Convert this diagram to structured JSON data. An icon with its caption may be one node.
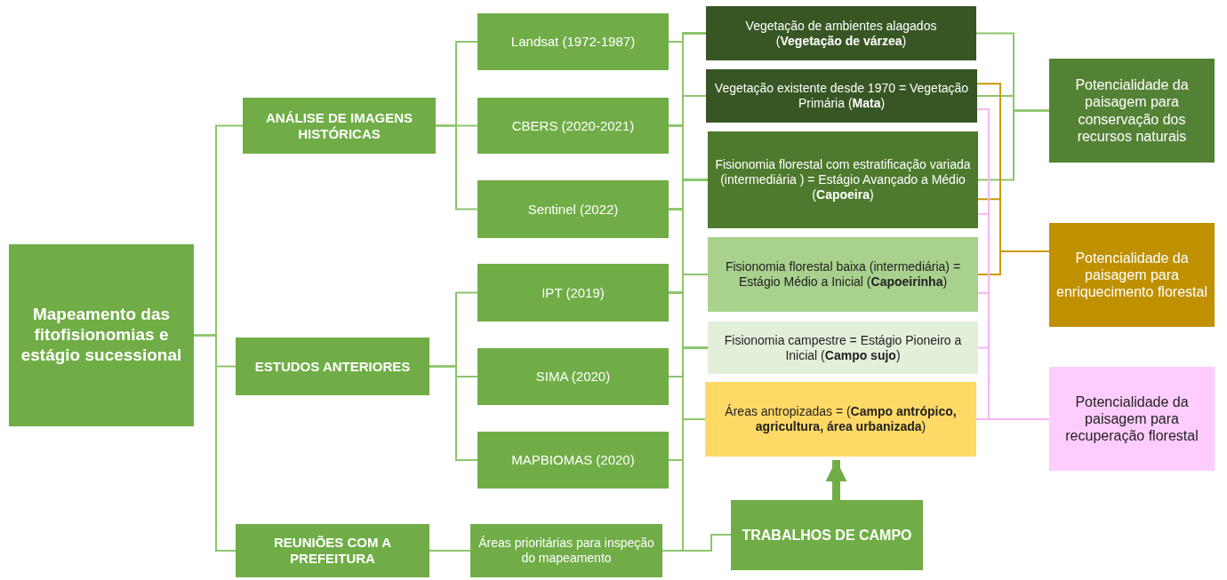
{
  "diagram": {
    "nodes": [
      {
        "text": [
          "Mapeamento das fitofisionomias e estágio sucessional"
        ]
      },
      {
        "text": [
          "ANÁLISE DE IMAGENS HISTÓRICAS"
        ]
      },
      {
        "text": [
          "ESTUDOS ANTERIORES"
        ]
      },
      {
        "text": [
          "REUNIÕES COM A PREFEITURA"
        ]
      },
      {
        "text": [
          "Landsat (1972-1987)"
        ]
      },
      {
        "text": [
          "CBERS (2020-2021)"
        ]
      },
      {
        "text": [
          "Sentinel (2022)"
        ]
      },
      {
        "text": [
          "IPT (2019)"
        ]
      },
      {
        "text": [
          "SIMA (2020)"
        ]
      },
      {
        "text": [
          "MAPBIOMAS (2020)"
        ]
      },
      {
        "text": [
          "Áreas prioritárias para inspeção do mapeamento"
        ]
      },
      {
        "text": [
          "Vegetação de ambientes alagados (**Vegetação de várzea**)"
        ]
      },
      {
        "text": [
          "Vegetação existente desde 1970 = Vegetação Primária (**Mata**)"
        ]
      },
      {
        "text": [
          "Fisionomia florestal com estratificação variada (intermediária ) = Estágio Avançado a Médio (**Capoeira**)"
        ]
      },
      {
        "text": [
          "Fisionomia florestal baixa (intermediária) = Estágio Médio a Inicial (**Capoeirinha**)"
        ]
      },
      {
        "text": [
          "Fisionomia campestre = Estágio Pioneiro a Inicial (**Campo sujo**)"
        ]
      },
      {
        "text": [
          "Áreas antropizadas = (**Campo antrópico, agricultura, área urbanizada**)"
        ]
      },
      {
        "text": [
          "TRABALHOS DE CAMPO"
        ]
      },
      {
        "text": [
          "Potencialidade da paisagem para conservação dos recursos naturais"
        ]
      },
      {
        "text": [
          "Potencialidade da paisagem para enriquecimento florestal"
        ]
      },
      {
        "text": [
          "Potencialidade da paisagem para recuperação florestal"
        ]
      }
    ],
    "edges": [
      {
        "from": 0,
        "to": 1,
        "arrow": "none"
      },
      {
        "from": 0,
        "to": 2,
        "arrow": "none"
      },
      {
        "from": 0,
        "to": 3,
        "arrow": "none"
      },
      {
        "from": 1,
        "to": 4,
        "arrow": "none"
      },
      {
        "from": 1,
        "to": 5,
        "arrow": "none"
      },
      {
        "from": 1,
        "to": 6,
        "arrow": "none"
      },
      {
        "from": 2,
        "to": 7,
        "arrow": "none"
      },
      {
        "from": 2,
        "to": 8,
        "arrow": "none"
      },
      {
        "from": 2,
        "to": 9,
        "arrow": "none"
      },
      {
        "from": 3,
        "to": 10,
        "arrow": "none"
      },
      {
        "from": 4,
        "to": 11,
        "arrow": "none"
      },
      {
        "from": 4,
        "to": 12,
        "arrow": "none"
      },
      {
        "from": 4,
        "to": 13,
        "arrow": "none"
      },
      {
        "from": 4,
        "to": 14,
        "arrow": "none"
      },
      {
        "from": 4,
        "to": 15,
        "arrow": "none"
      },
      {
        "from": 4,
        "to": 16,
        "arrow": "none"
      },
      {
        "from": 5,
        "to": 11,
        "arrow": "none"
      },
      {
        "from": 5,
        "to": 12,
        "arrow": "none"
      },
      {
        "from": 5,
        "to": 13,
        "arrow": "none"
      },
      {
        "from": 5,
        "to": 14,
        "arrow": "none"
      },
      {
        "from": 5,
        "to": 15,
        "arrow": "none"
      },
      {
        "from": 5,
        "to": 16,
        "arrow": "none"
      },
      {
        "from": 6,
        "to": 11,
        "arrow": "none"
      },
      {
        "from": 6,
        "to": 12,
        "arrow": "none"
      },
      {
        "from": 6,
        "to": 13,
        "arrow": "none"
      },
      {
        "from": 6,
        "to": 14,
        "arrow": "none"
      },
      {
        "from": 6,
        "to": 15,
        "arrow": "none"
      },
      {
        "from": 6,
        "to": 16,
        "arrow": "none"
      },
      {
        "from": 7,
        "to": 11,
        "arrow": "none"
      },
      {
        "from": 7,
        "to": 12,
        "arrow": "none"
      },
      {
        "from": 7,
        "to": 13,
        "arrow": "none"
      },
      {
        "from": 7,
        "to": 14,
        "arrow": "none"
      },
      {
        "from": 7,
        "to": 15,
        "arrow": "none"
      },
      {
        "from": 7,
        "to": 16,
        "arrow": "none"
      },
      {
        "from": 8,
        "to": 11,
        "arrow": "none"
      },
      {
        "from": 8,
        "to": 12,
        "arrow": "none"
      },
      {
        "from": 8,
        "to": 13,
        "arrow": "none"
      },
      {
        "from": 8,
        "to": 14,
        "arrow": "none"
      },
      {
        "from": 8,
        "to": 15,
        "arrow": "none"
      },
      {
        "from": 8,
        "to": 16,
        "arrow": "none"
      },
      {
        "from": 9,
        "to": 11,
        "arrow": "none"
      },
      {
        "from": 9,
        "to": 12,
        "arrow": "none"
      },
      {
        "from": 9,
        "to": 13,
        "arrow": "none"
      },
      {
        "from": 9,
        "to": 14,
        "arrow": "none"
      },
      {
        "from": 9,
        "to": 15,
        "arrow": "none"
      },
      {
        "from": 9,
        "to": 16,
        "arrow": "none"
      },
      {
        "from": 10,
        "to": 11,
        "arrow": "none"
      },
      {
        "from": 10,
        "to": 12,
        "arrow": "none"
      },
      {
        "from": 10,
        "to": 13,
        "arrow": "none"
      },
      {
        "from": 10,
        "to": 14,
        "arrow": "none"
      },
      {
        "from": 10,
        "to": 15,
        "arrow": "none"
      },
      {
        "from": 10,
        "to": 16,
        "arrow": "none"
      },
      {
        "from": 10,
        "to": 17,
        "arrow": "none"
      },
      {
        "from": 17,
        "to": 16,
        "arrow": "to",
        "style": "thick"
      },
      {
        "from": 11,
        "to": 18,
        "arrow": "none"
      },
      {
        "from": 12,
        "to": 18,
        "arrow": "none"
      },
      {
        "from": 13,
        "to": 18,
        "arrow": "none"
      },
      {
        "from": 12,
        "to": 19,
        "arrow": "none",
        "color": "#c99a06"
      },
      {
        "from": 13,
        "to": 19,
        "arrow": "none",
        "color": "#c99a06"
      },
      {
        "from": 14,
        "to": 19,
        "arrow": "none",
        "color": "#c99a06"
      },
      {
        "from": 12,
        "to": 20,
        "arrow": "none",
        "color": "#f7b6f7"
      },
      {
        "from": 13,
        "to": 20,
        "arrow": "none",
        "color": "#f7b6f7"
      },
      {
        "from": 14,
        "to": 20,
        "arrow": "none",
        "color": "#f7b6f7"
      },
      {
        "from": 15,
        "to": 20,
        "arrow": "none",
        "color": "#f7b6f7"
      },
      {
        "from": 16,
        "to": 20,
        "arrow": "none",
        "color": "#f7b6f7"
      }
    ]
  }
}
